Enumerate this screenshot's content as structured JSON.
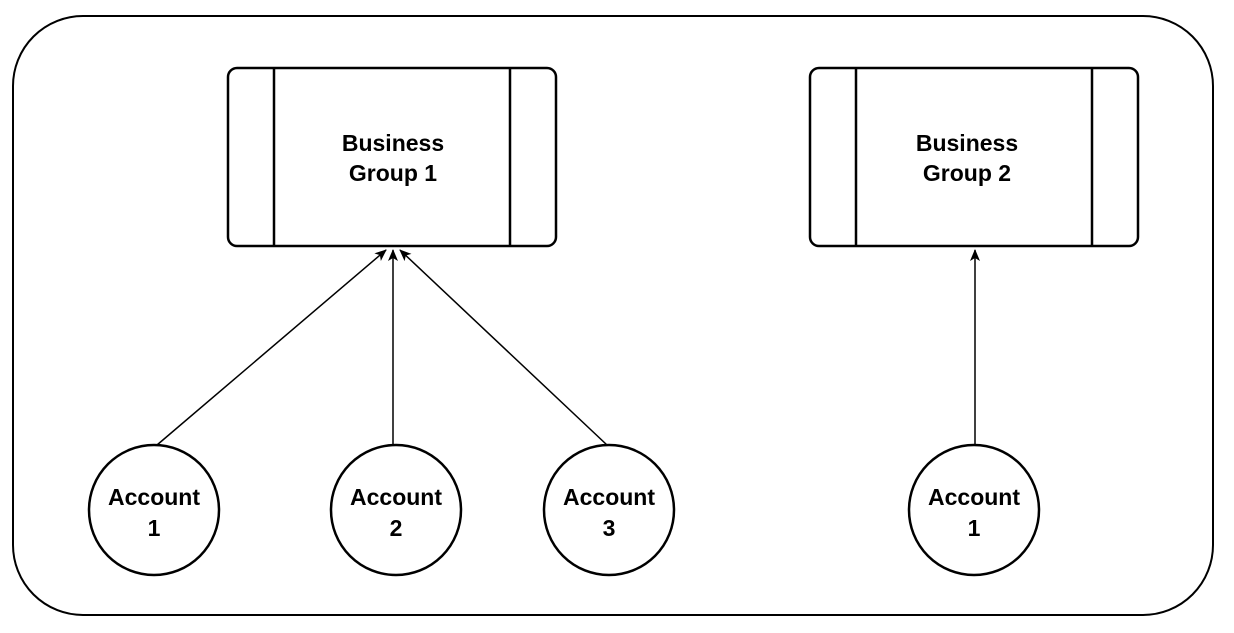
{
  "colors": {
    "background": "#ffffff",
    "stroke": "#000000",
    "edge": "#000000"
  },
  "groups": [
    {
      "id": "bg1",
      "line1": "Business",
      "line2": "Group 1"
    },
    {
      "id": "bg2",
      "line1": "Business",
      "line2": "Group 2"
    }
  ],
  "accounts": [
    {
      "id": "acc1",
      "line1": "Account",
      "line2": "1",
      "group": "bg1"
    },
    {
      "id": "acc2",
      "line1": "Account",
      "line2": "2",
      "group": "bg1"
    },
    {
      "id": "acc3",
      "line1": "Account",
      "line2": "3",
      "group": "bg1"
    },
    {
      "id": "acc4",
      "line1": "Account",
      "line2": "1",
      "group": "bg2"
    }
  ]
}
